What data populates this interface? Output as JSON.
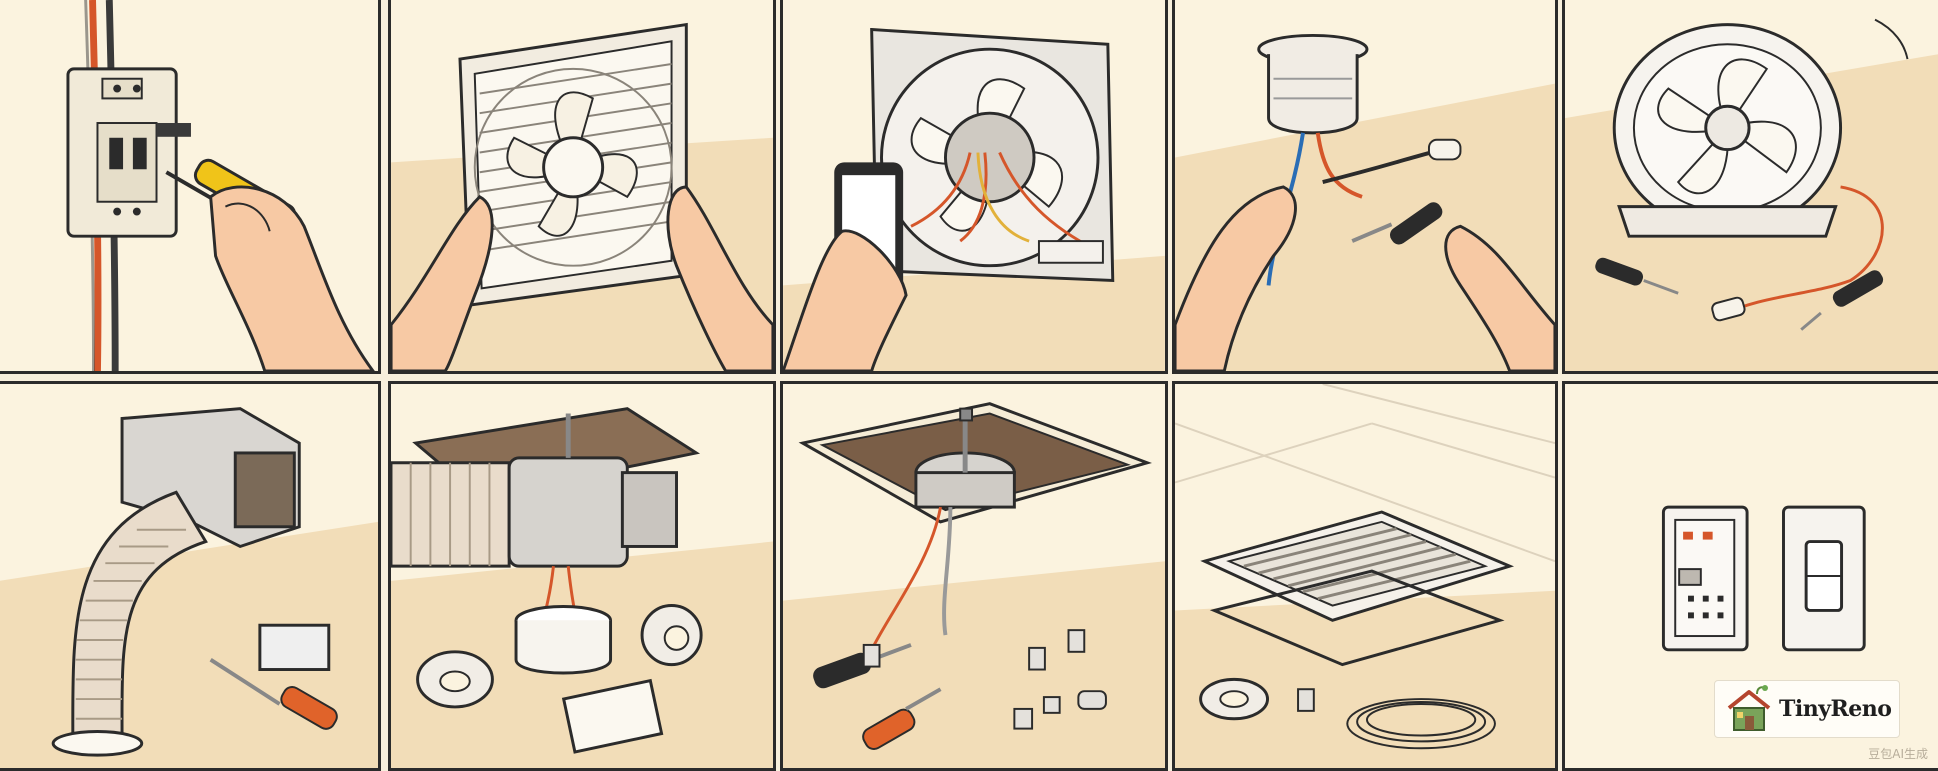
{
  "brand": {
    "name": "TinyReno",
    "watermark": "豆包AI生成"
  },
  "colors": {
    "paper": "#fbf3df",
    "floor": "#f2ddb8",
    "ink": "#2b2b2b",
    "wire_orange": "#d5562a",
    "wire_dark": "#3a3a3a",
    "tool_orange": "#e0632a"
  },
  "panels": [
    {
      "name": "panel-breaker-test",
      "icons": [
        "circuit-breaker-icon",
        "voltage-tester-icon",
        "hand-icon"
      ]
    },
    {
      "name": "panel-remove-old-fan",
      "icons": [
        "fan-grille-icon",
        "hand-icon"
      ]
    },
    {
      "name": "panel-photo-wiring",
      "icons": [
        "smartphone-icon",
        "fan-motor-icon"
      ]
    },
    {
      "name": "panel-disconnect-wires",
      "icons": [
        "duct-collar-icon",
        "wire-nut-icon",
        "screwdriver-icon"
      ]
    },
    {
      "name": "panel-prepare-new-fan",
      "icons": [
        "fan-housing-icon",
        "screwdriver-icon"
      ]
    },
    {
      "name": "panel-connect-duct",
      "icons": [
        "flex-duct-icon",
        "foam-pad-icon",
        "screwdriver-icon"
      ]
    },
    {
      "name": "panel-seal-duct",
      "icons": [
        "flex-duct-icon",
        "foil-tape-icon",
        "gasket-icon"
      ]
    },
    {
      "name": "panel-mount-housing",
      "icons": [
        "fan-housing-icon",
        "bolt-icon",
        "screwdriver-icon"
      ]
    },
    {
      "name": "panel-install-grille",
      "icons": [
        "fan-grille-icon",
        "tape-icon",
        "wire-coil-icon"
      ]
    },
    {
      "name": "panel-switch-test",
      "icons": [
        "timer-switch-icon",
        "rocker-switch-icon"
      ]
    }
  ]
}
